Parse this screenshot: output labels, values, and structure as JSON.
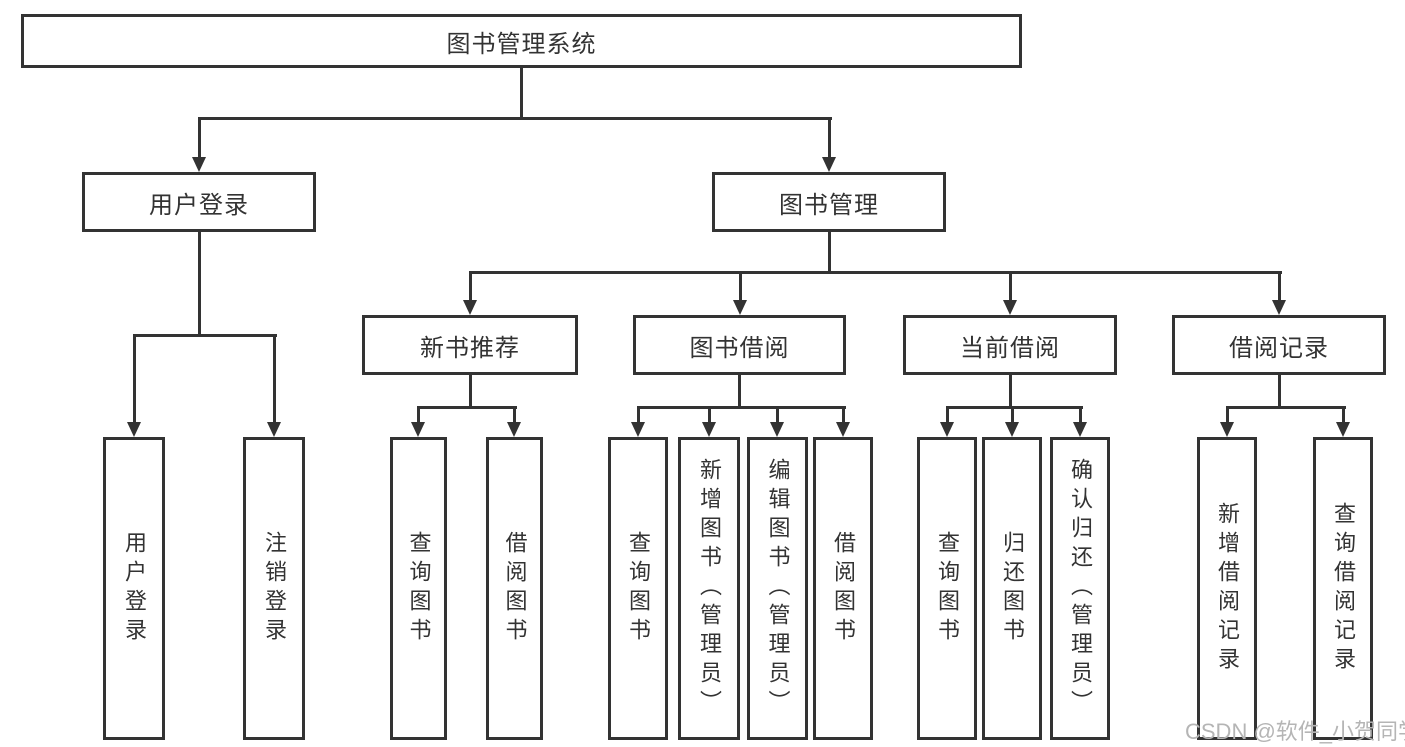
{
  "tree": {
    "root": {
      "label": "图书管理系统"
    },
    "branches": [
      {
        "label": "用户登录",
        "children": [
          {
            "label": "用户登录"
          },
          {
            "label": "注销登录"
          }
        ]
      },
      {
        "label": "图书管理",
        "children": [
          {
            "label": "新书推荐",
            "children": [
              {
                "label": "查询图书"
              },
              {
                "label": "借阅图书"
              }
            ]
          },
          {
            "label": "图书借阅",
            "children": [
              {
                "label": "查询图书"
              },
              {
                "label": "新增图书（管理员）"
              },
              {
                "label": "编辑图书（管理员）"
              },
              {
                "label": "借阅图书"
              }
            ]
          },
          {
            "label": "当前借阅",
            "children": [
              {
                "label": "查询图书"
              },
              {
                "label": "归还图书"
              },
              {
                "label": "确认归还（管理员）"
              }
            ]
          },
          {
            "label": "借阅记录",
            "children": [
              {
                "label": "新增借阅记录"
              },
              {
                "label": "查询借阅记录"
              }
            ]
          }
        ]
      }
    ]
  },
  "watermark": "CSDN @软件_小贺同学",
  "colors": {
    "line": "#333333",
    "text": "#333333",
    "background": "#ffffff",
    "watermark": "#b5b5b5"
  }
}
